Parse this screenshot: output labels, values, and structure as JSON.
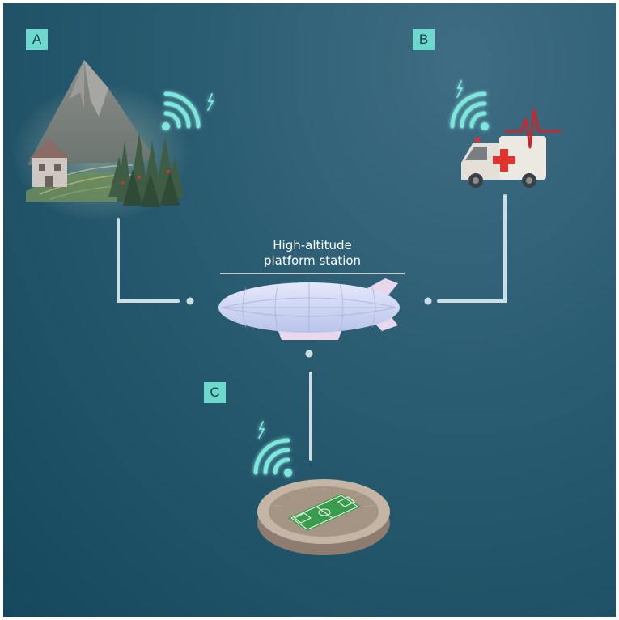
{
  "labels": {
    "a": "A",
    "b": "B",
    "c": "C"
  },
  "platform": {
    "title_line1": "High-altitude",
    "title_line2": "platform station"
  },
  "colors": {
    "background_dark": "#16485d",
    "background_light": "#3f6d83",
    "badge": "#6fd8cd",
    "connector": "#c9dfe4",
    "signal": "#7fe6dc",
    "airship": "#dbe0f5",
    "ambulance_cross": "#e0322f"
  },
  "icons": [
    "mountain-icon",
    "house-icon",
    "forest-icon",
    "wifi-icon",
    "airship-icon",
    "ambulance-icon",
    "stadium-icon"
  ]
}
